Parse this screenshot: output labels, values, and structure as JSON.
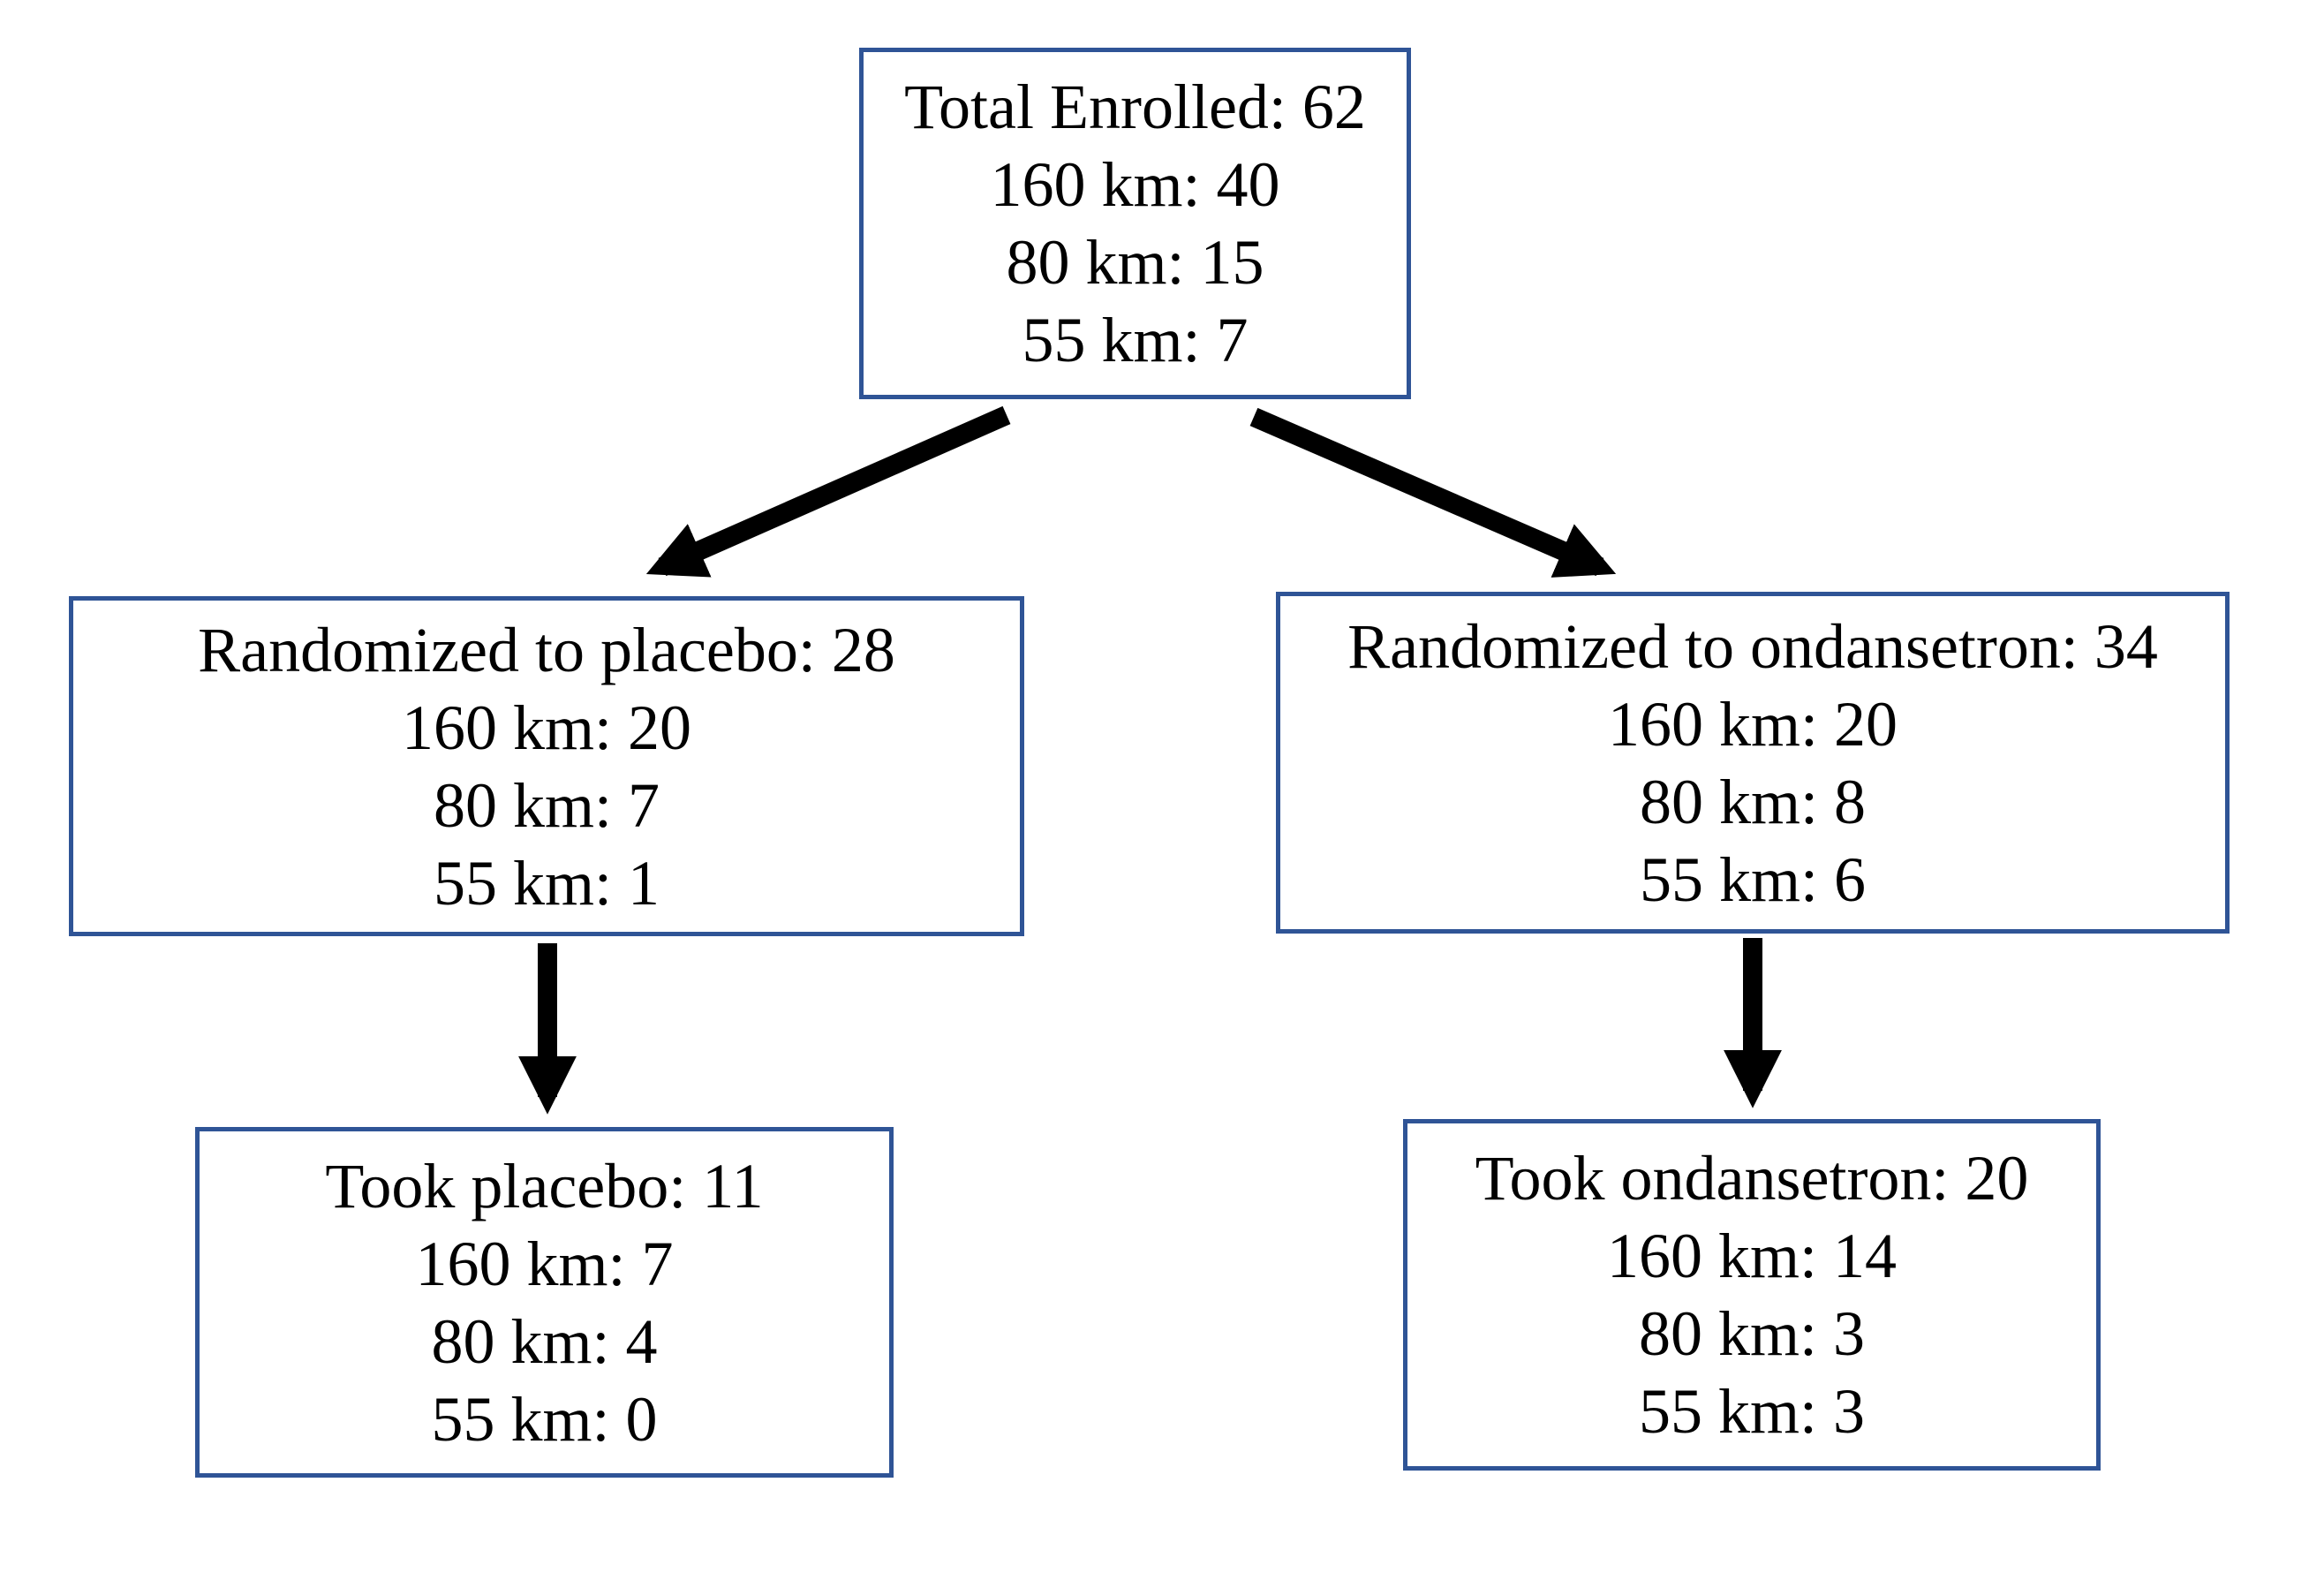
{
  "diagram": {
    "type": "flowchart",
    "colors": {
      "box_border": "#2F5496",
      "arrow": "#000000",
      "text": "#000000",
      "background": "#FFFFFF"
    },
    "nodes": {
      "total": {
        "lines": [
          "Total Enrolled: 62",
          "160 km: 40",
          "80 km: 15",
          "55 km: 7"
        ]
      },
      "randomized_placebo": {
        "lines": [
          "Randomized to placebo: 28",
          "160 km: 20",
          "80 km: 7",
          "55 km: 1"
        ]
      },
      "randomized_ondansetron": {
        "lines": [
          "Randomized to ondansetron: 34",
          "160 km: 20",
          "80 km: 8",
          "55 km: 6"
        ]
      },
      "took_placebo": {
        "lines": [
          "Took placebo: 11",
          "160 km: 7",
          "80 km: 4",
          "55 km: 0"
        ]
      },
      "took_ondansetron": {
        "lines": [
          "Took ondansetron: 20",
          "160 km: 14",
          "80 km: 3",
          "55 km: 3"
        ]
      }
    },
    "edges": [
      {
        "from": "total",
        "to": "randomized_placebo"
      },
      {
        "from": "total",
        "to": "randomized_ondansetron"
      },
      {
        "from": "randomized_placebo",
        "to": "took_placebo"
      },
      {
        "from": "randomized_ondansetron",
        "to": "took_ondansetron"
      }
    ]
  }
}
